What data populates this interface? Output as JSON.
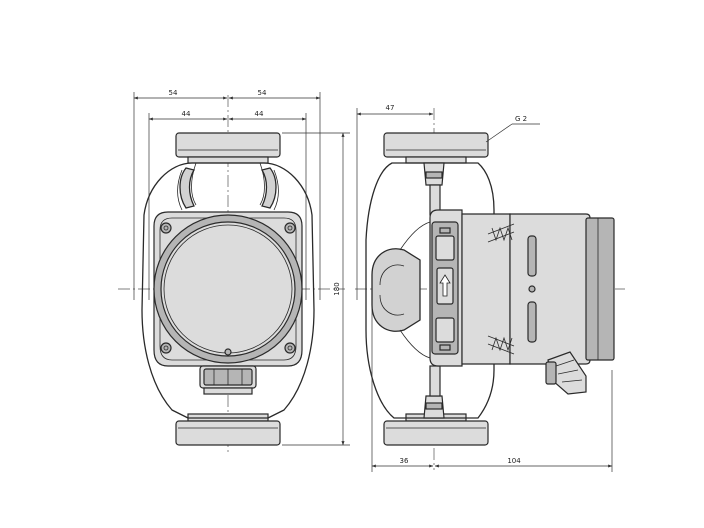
{
  "dimensions": {
    "front_half_outer_left": "54",
    "front_half_outer_right": "54",
    "front_half_inner_left": "44",
    "front_half_inner_right": "44",
    "front_height": "180",
    "side_top": "47",
    "side_bottom_left": "36",
    "side_bottom_right": "104"
  },
  "callouts": {
    "thread": "G 2"
  },
  "icon": {
    "control_panel_symbol": "up-arrow-icon"
  }
}
